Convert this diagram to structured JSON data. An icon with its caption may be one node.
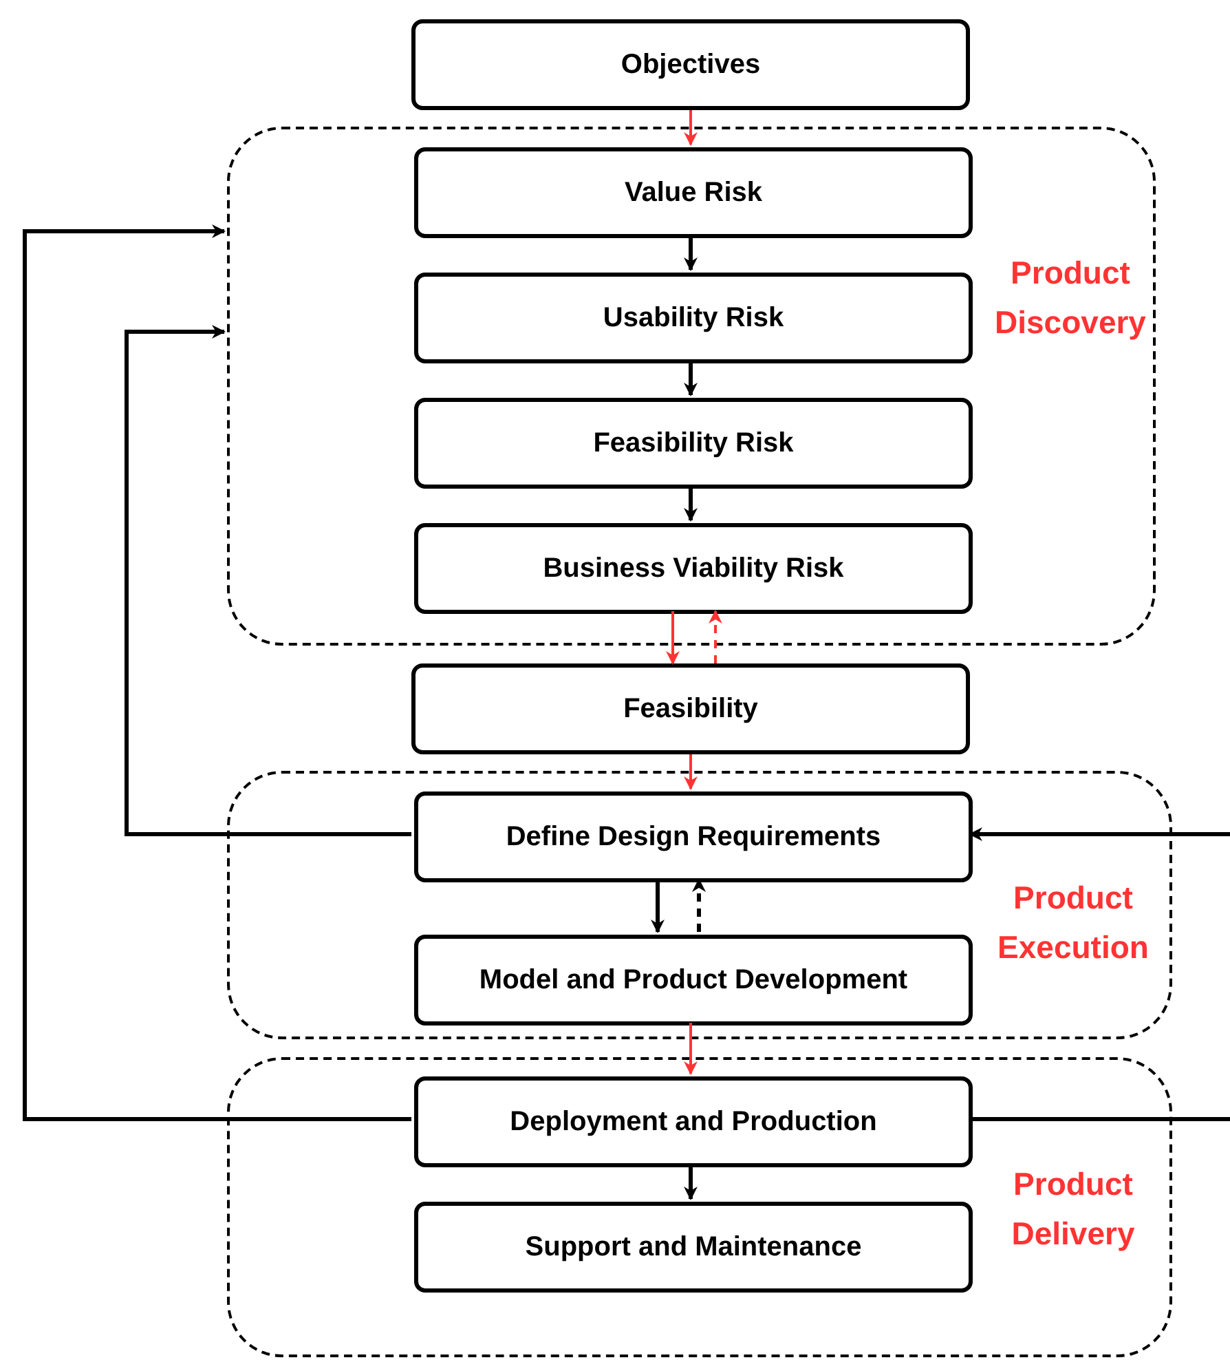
{
  "diagram": {
    "nodes": [
      {
        "text": [
          "Objectives"
        ]
      },
      {
        "text": [
          "Product Discovery"
        ]
      },
      {
        "text": [
          "Value Risk"
        ],
        "in": 1
      },
      {
        "text": [
          "Usability Risk"
        ],
        "in": 1
      },
      {
        "text": [
          "Feasibility Risk"
        ],
        "in": 1
      },
      {
        "text": [
          "Business Viability Risk"
        ],
        "in": 1
      },
      {
        "text": [
          "Feasibility"
        ]
      },
      {
        "text": [
          "Product Execution"
        ]
      },
      {
        "text": [
          "Define Design Requirements"
        ],
        "in": 7
      },
      {
        "text": [
          "Model and Product Development"
        ],
        "in": 7
      },
      {
        "text": [
          "Product Delivery"
        ]
      },
      {
        "text": [
          "Deployment and Production"
        ],
        "in": 10
      },
      {
        "text": [
          "Support and Maintenance"
        ],
        "in": 10
      }
    ],
    "edges": [
      {
        "from": 0,
        "to": 2,
        "arrow": "to",
        "color": "#ff3333"
      },
      {
        "from": 2,
        "to": 3,
        "arrow": "to"
      },
      {
        "from": 3,
        "to": 4,
        "arrow": "to"
      },
      {
        "from": 4,
        "to": 5,
        "arrow": "to"
      },
      {
        "from": 5,
        "to": 6,
        "arrow": "to",
        "color": "#ff3333"
      },
      {
        "from": 6,
        "to": 5,
        "arrow": "to",
        "style": "dashed",
        "color": "#ff3333"
      },
      {
        "from": 6,
        "to": 8,
        "arrow": "to",
        "color": "#ff3333"
      },
      {
        "from": 8,
        "to": 9,
        "arrow": "to"
      },
      {
        "from": 9,
        "to": 8,
        "arrow": "to",
        "style": "dashed"
      },
      {
        "from": 9,
        "to": 11,
        "arrow": "to",
        "color": "#ff3333"
      },
      {
        "from": 11,
        "to": 12,
        "arrow": "to"
      },
      {
        "from": 8,
        "to": 1,
        "arrow": "to"
      },
      {
        "from": 11,
        "to": 1,
        "arrow": "to"
      },
      {
        "from": 11,
        "to": null,
        "arrow": "none"
      },
      {
        "from": null,
        "to": 8,
        "arrow": "to"
      }
    ]
  }
}
